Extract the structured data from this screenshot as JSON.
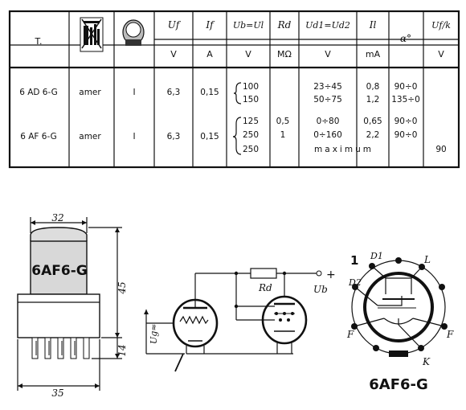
{
  "table": {
    "header": {
      "type": "T.",
      "uf": "Uf",
      "if": "If",
      "ub": "Ub=Ul",
      "rd": "Rd",
      "ud": "Ud1=Ud2",
      "il": "Il",
      "alpha": "α°",
      "ufk": "Uf/k"
    },
    "units": {
      "uf": "V",
      "if": "A",
      "ub": "V",
      "rd": "MΩ",
      "ud": "V",
      "il": "mA",
      "ufk": "V"
    },
    "rows": [
      {
        "type": "6 AD 6-G",
        "base": "amer",
        "bulb": "I",
        "uf": "6,3",
        "if": "0,15",
        "ub": [
          "100",
          "150"
        ],
        "rd": [],
        "ud": [
          "23÷45",
          "50÷75"
        ],
        "il": [
          "0,8",
          "1,2"
        ],
        "alpha": [
          "90÷0",
          "135÷0"
        ],
        "ufk": ""
      },
      {
        "type": "6 AF 6-G",
        "base": "amer",
        "bulb": "I",
        "uf": "6,3",
        "if": "0,15",
        "ub": [
          "125",
          "250",
          "250"
        ],
        "rd": [
          "0,5",
          "1"
        ],
        "ud": [
          "0÷80",
          "0÷160",
          "maximum"
        ],
        "il": [
          "0,65",
          "2,2"
        ],
        "alpha": [
          "90÷0",
          "90÷0"
        ],
        "ufk": "90"
      }
    ]
  },
  "outline": {
    "label": "6AF6-G",
    "width_top": "32",
    "width_bottom": "35",
    "height": "45",
    "pin_length": "14"
  },
  "circuit": {
    "plus": "+",
    "ub": "Ub",
    "rd": "Rd",
    "ug": "Ug≈"
  },
  "pinout": {
    "number": "1",
    "d1": "D1",
    "d2": "D2",
    "l": "L",
    "f_left": "F",
    "f_right": "F",
    "k": "K",
    "label": "6AF6-G"
  }
}
